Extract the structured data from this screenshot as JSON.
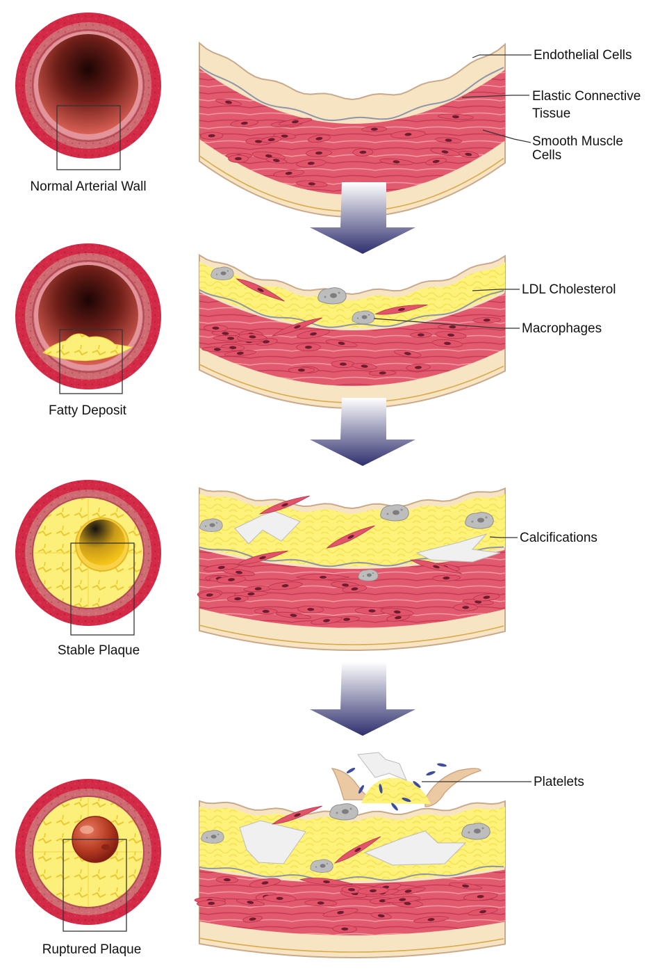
{
  "colors": {
    "outer_wall": "#d42a48",
    "middle_wall": "#cf6a72",
    "inner_ring": "#e3949a",
    "lumen_dark": "#2a0a08",
    "lumen_light": "#e06058",
    "intima": "#f7e4c3",
    "muscle": "#e2546a",
    "muscle_light": "#f08a96",
    "nucleus": "#6b1d2f",
    "fat": "#fff27a",
    "fat_dark": "#ecd238",
    "macrophage": "#b5b5b5",
    "calcification": "#f0f0f0",
    "platelet": "#3d4e9a",
    "clot": "#b93820",
    "arrow": "#2f2f6e"
  },
  "stages": [
    {
      "caption": "Normal Arterial Wall",
      "lumen": "normal"
    },
    {
      "caption": "Fatty Deposit",
      "lumen": "fatty"
    },
    {
      "caption": "Stable Plaque",
      "lumen": "stable"
    },
    {
      "caption": "Ruptured Plaque",
      "lumen": "ruptured"
    }
  ],
  "labels": {
    "endothelial": "Endothelial Cells",
    "elastic_line1": "Elastic Connective",
    "elastic_line2": "Tissue",
    "smooth_line1": "Smooth Muscle",
    "smooth_line2": "Cells",
    "ldl": "LDL Cholesterol",
    "macrophages": "Macrophages",
    "calcifications": "Calcifications",
    "platelets": "Platelets"
  },
  "icons": [
    "down-arrow-icon",
    "down-arrow-icon",
    "down-arrow-icon"
  ]
}
